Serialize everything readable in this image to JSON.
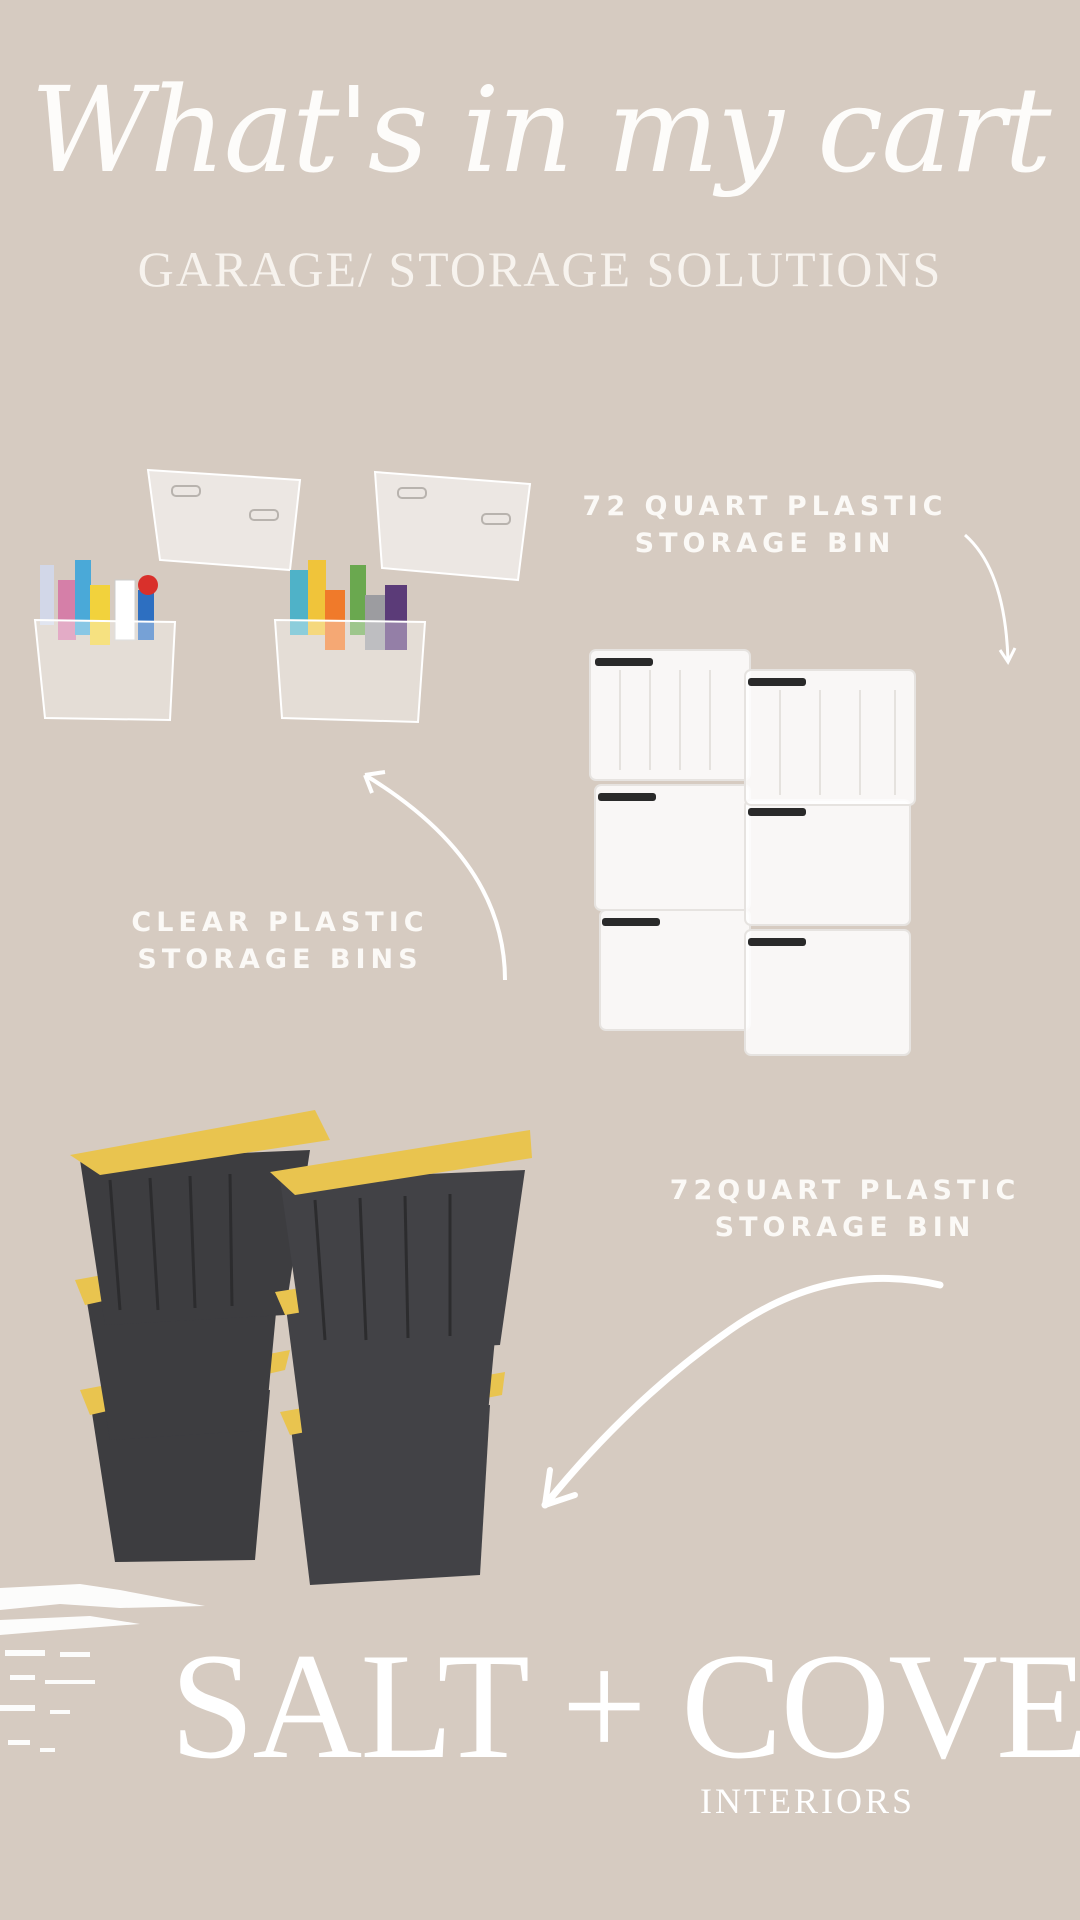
{
  "header": {
    "script_title": "What's in my cart",
    "subtitle": "GARAGE/ STORAGE SOLUTIONS"
  },
  "products": [
    {
      "label_line1": "72 QUART PLASTIC",
      "label_line2": "STORAGE BIN"
    },
    {
      "label_line1": "CLEAR PLASTIC",
      "label_line2": "STORAGE BINS"
    },
    {
      "label_line1": "72QUART PLASTIC",
      "label_line2": "STORAGE BIN"
    }
  ],
  "brand": {
    "name": "SALT + COVE",
    "tagline": "INTERIORS"
  },
  "colors": {
    "background": "#d6cbc1",
    "text": "#ffffff",
    "tote_yellow": "#e9c44f",
    "tote_black": "#3d3d40"
  }
}
